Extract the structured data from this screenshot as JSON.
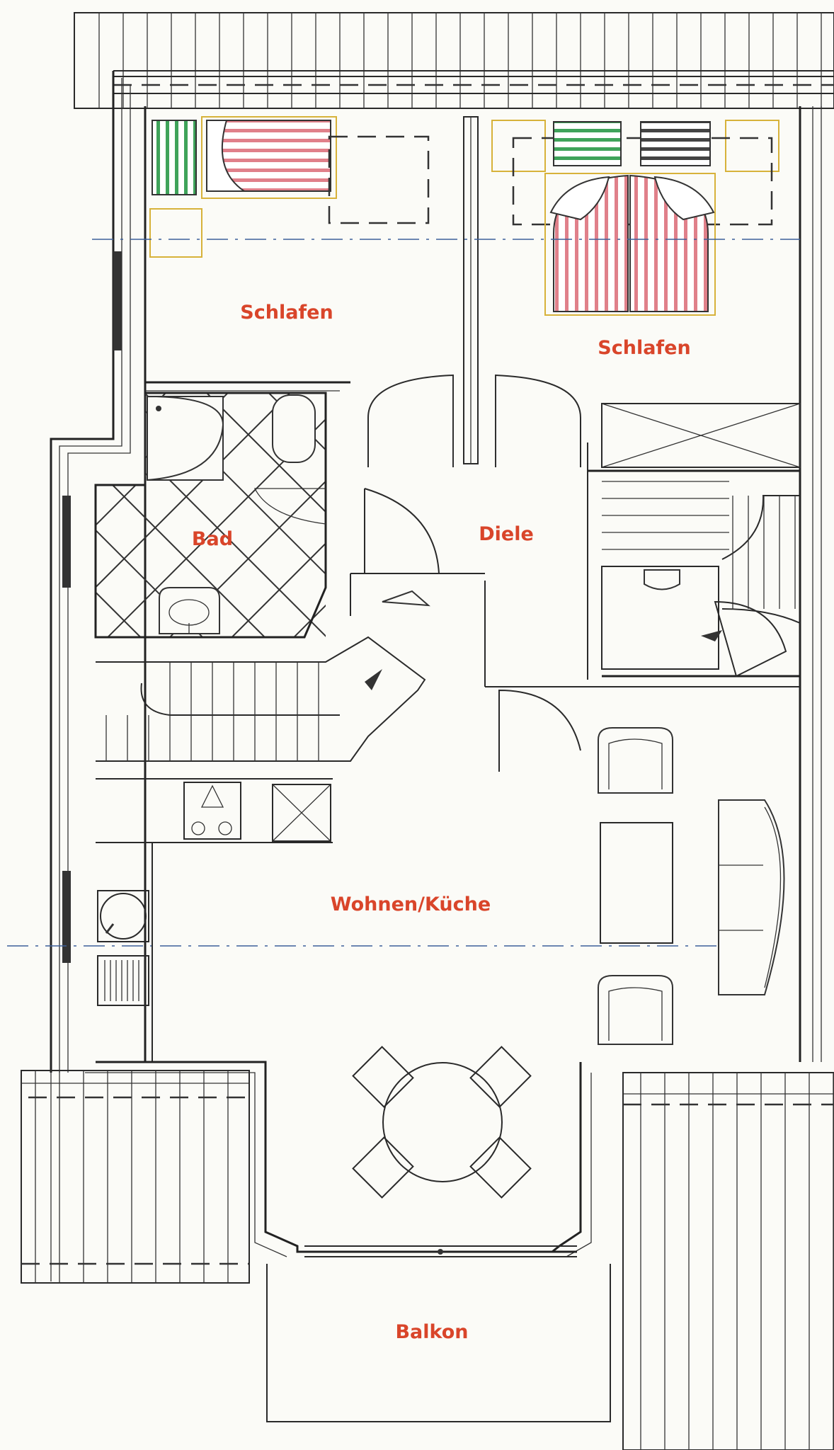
{
  "rooms": [
    {
      "id": "schlafen-left",
      "label": "Schlafen"
    },
    {
      "id": "schlafen-right",
      "label": "Schlafen"
    },
    {
      "id": "bad",
      "label": "Bad"
    },
    {
      "id": "diele",
      "label": "Diele"
    },
    {
      "id": "wohnen-kueche",
      "label": "Wohnen/Küche"
    },
    {
      "id": "balkon",
      "label": "Balkon"
    }
  ],
  "colors": {
    "label": "#d9452a",
    "bed_stripes_red": "#e0808a",
    "bed_stripes_green": "#3fa35a",
    "furniture_outline_yellow": "#d7b23a",
    "axis_blue": "#3d5f9a"
  }
}
